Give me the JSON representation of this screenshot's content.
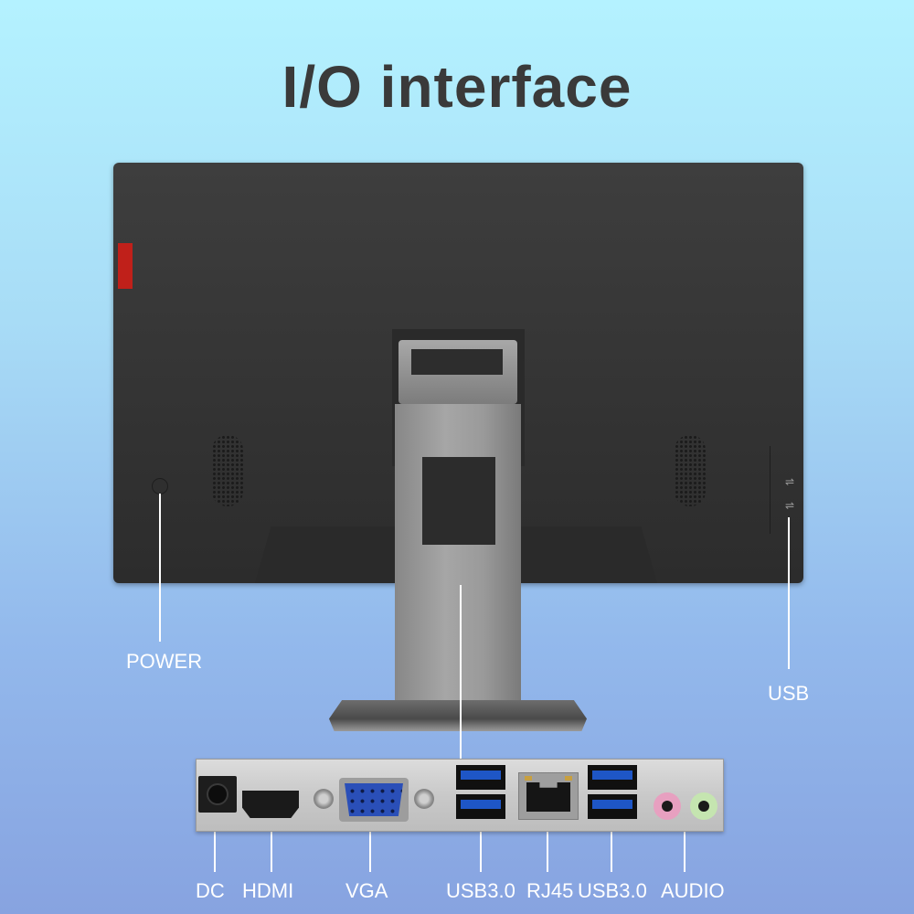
{
  "title": "I/O interface",
  "labels": {
    "power": "POWER",
    "usb_side": "USB",
    "dc": "DC",
    "hdmi": "HDMI",
    "vga": "VGA",
    "usb30_left": "USB3.0",
    "rj45": "RJ45",
    "usb30_right": "USB3.0",
    "audio": "AUDIO"
  },
  "colors": {
    "title": "#3a3a3a",
    "label": "#ffffff",
    "accent_red": "#c0201a",
    "usb_blue": "#1e56c6",
    "vga_blue": "#2a4fb8",
    "audio_pink": "#e7a0c0",
    "audio_green": "#c5e5b0"
  }
}
